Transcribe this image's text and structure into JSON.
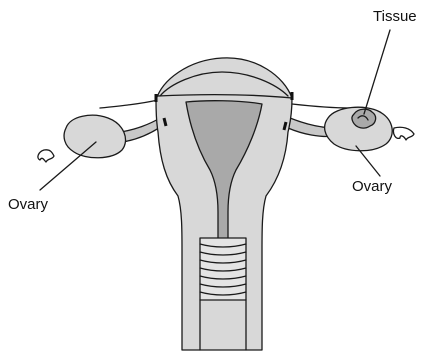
{
  "labels": {
    "tissue": "Tissue",
    "ovary_left": "Ovary",
    "ovary_right": "Ovary"
  },
  "colors": {
    "tissue_fill": "#d8d8d8",
    "cavity_fill": "#a9a9a9",
    "tube_fill": "#c8c8c8",
    "outline": "#1a1a1a"
  }
}
